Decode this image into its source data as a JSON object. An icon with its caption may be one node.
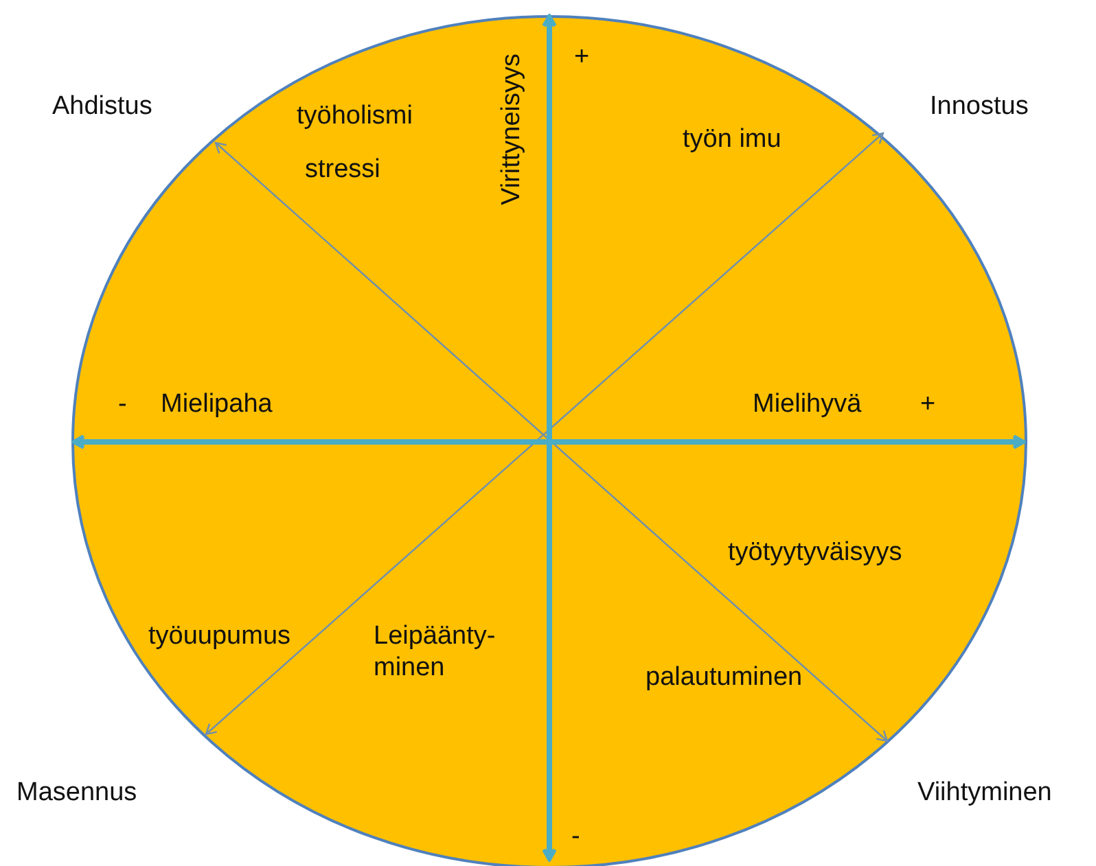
{
  "diagram": {
    "labels": [
      "+",
      "Ahdistus",
      "työholismi",
      "Innostus",
      "työn imu",
      "Virittyneisyys",
      "stressi",
      "-",
      "Mielipaha",
      "Mielihyvä",
      "+",
      "työtyytyväisyys",
      "työuupumus",
      "Leipäänty- minen",
      "palautuminen",
      "Masennus",
      "Viihtyminen",
      "-"
    ]
  }
}
